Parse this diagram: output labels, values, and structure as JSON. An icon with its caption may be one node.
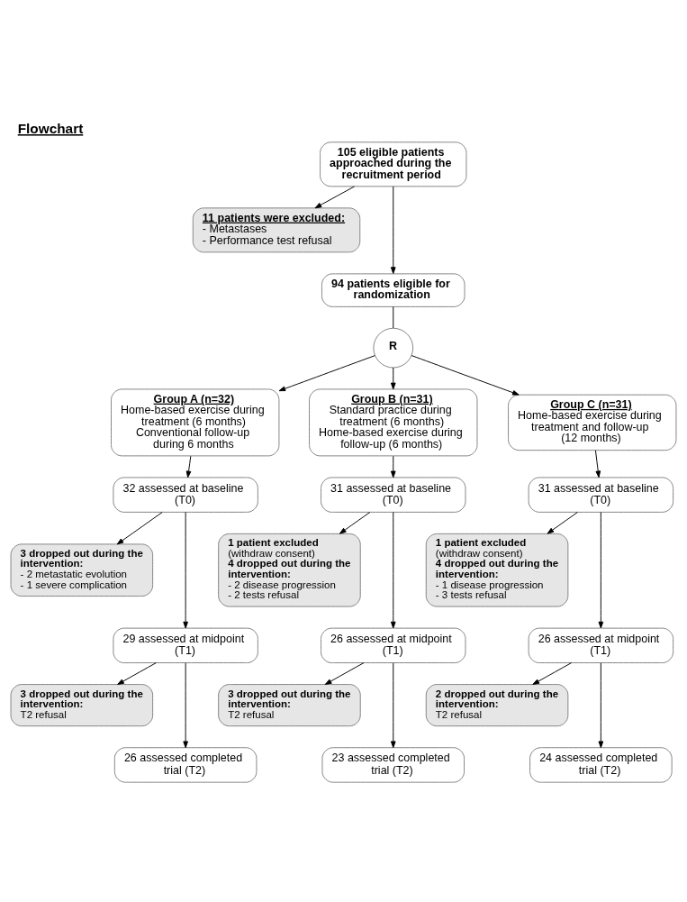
{
  "diagram": {
    "title": "Flowchart",
    "nodes": [
      {
        "text": [
          "105 eligible patients approached during the recruitment period"
        ]
      },
      {
        "text": [
          "11 patients were excluded:",
          "- Metastases",
          "- Performance test refusal"
        ]
      },
      {
        "text": [
          "94 patients eligible for randomization"
        ]
      },
      {
        "text": [
          "R"
        ]
      },
      {
        "text": [
          "Group A (n=32)",
          "Home-based exercise during treatment (6 months)",
          "Conventional follow-up during 6 months"
        ]
      },
      {
        "text": [
          "Group B (n=31)",
          "Standard practice during treatment (6 months)",
          "Home-based exercise during follow-up (6 months)"
        ]
      },
      {
        "text": [
          "Group C (n=31)",
          "Home-based exercise during treatment and follow-up (12 months)"
        ]
      },
      {
        "text": [
          "32 assessed at baseline (T0)"
        ]
      },
      {
        "text": [
          "31 assessed at baseline (T0)"
        ]
      },
      {
        "text": [
          "31 assessed at baseline (T0)"
        ]
      },
      {
        "text": [
          "3 dropped out during the intervention:",
          "- 2 metastatic evolution",
          "- 1 severe complication"
        ]
      },
      {
        "text": [
          "1 patient excluded",
          "(withdraw consent)",
          "4 dropped out during the intervention:",
          "- 2 disease progression",
          "- 2 tests refusal"
        ]
      },
      {
        "text": [
          "1 patient excluded",
          "(withdraw consent)",
          "4 dropped out during the intervention:",
          "- 1 disease progression",
          "- 3 tests refusal"
        ]
      },
      {
        "text": [
          "29 assessed at midpoint (T1)"
        ]
      },
      {
        "text": [
          "26 assessed at midpoint (T1)"
        ]
      },
      {
        "text": [
          "26 assessed at midpoint (T1)"
        ]
      },
      {
        "text": [
          "3 dropped out during the intervention:",
          "T2 refusal"
        ]
      },
      {
        "text": [
          "3 dropped out during the intervention:",
          "T2 refusal"
        ]
      },
      {
        "text": [
          "2 dropped out during the intervention:",
          "T2 refusal"
        ]
      },
      {
        "text": [
          "26 assessed completed trial (T2)"
        ]
      },
      {
        "text": [
          "23 assessed completed trial (T2)"
        ]
      },
      {
        "text": [
          "24 assessed completed trial (T2)"
        ]
      }
    ],
    "edges": [
      {
        "from": 0,
        "to": 1,
        "arrow": "to"
      },
      {
        "from": 0,
        "to": 2,
        "arrow": "to"
      },
      {
        "from": 2,
        "to": 3,
        "arrow": "none"
      },
      {
        "from": 3,
        "to": 4,
        "arrow": "to"
      },
      {
        "from": 3,
        "to": 5,
        "arrow": "to"
      },
      {
        "from": 3,
        "to": 6,
        "arrow": "to"
      },
      {
        "from": 4,
        "to": 7,
        "arrow": "to"
      },
      {
        "from": 5,
        "to": 8,
        "arrow": "to"
      },
      {
        "from": 6,
        "to": 9,
        "arrow": "to"
      },
      {
        "from": 7,
        "to": 10,
        "arrow": "to"
      },
      {
        "from": 7,
        "to": 13,
        "arrow": "to"
      },
      {
        "from": 8,
        "to": 11,
        "arrow": "to"
      },
      {
        "from": 8,
        "to": 14,
        "arrow": "to"
      },
      {
        "from": 9,
        "to": 12,
        "arrow": "to"
      },
      {
        "from": 9,
        "to": 15,
        "arrow": "to"
      },
      {
        "from": 13,
        "to": 16,
        "arrow": "to"
      },
      {
        "from": 13,
        "to": 19,
        "arrow": "to"
      },
      {
        "from": 14,
        "to": 17,
        "arrow": "to"
      },
      {
        "from": 14,
        "to": 20,
        "arrow": "to"
      },
      {
        "from": 15,
        "to": 18,
        "arrow": "to"
      },
      {
        "from": 15,
        "to": 21,
        "arrow": "to"
      }
    ]
  }
}
